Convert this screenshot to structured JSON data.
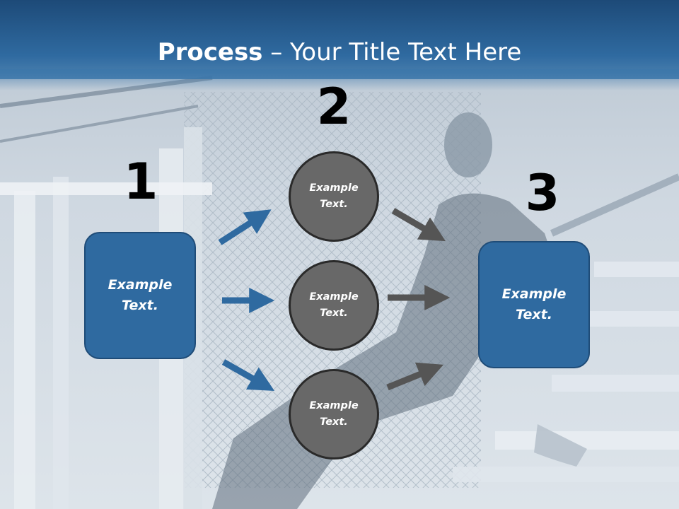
{
  "title": {
    "bold": "Process",
    "rest": " – Your Title Text Here"
  },
  "numbers": {
    "one": "1",
    "two": "2",
    "three": "3"
  },
  "left_box": {
    "line1": "Example",
    "line2": "Text."
  },
  "right_box": {
    "line1": "Example",
    "line2": "Text."
  },
  "circles": [
    {
      "line1": "Example",
      "line2": "Text."
    },
    {
      "line1": "Example",
      "line2": "Text."
    },
    {
      "line1": "Example",
      "line2": "Text."
    }
  ],
  "colors": {
    "header": "#2f6aa0",
    "box": "#2f6aa0",
    "circle": "#686868",
    "arrow_blue": "#2f6aa0",
    "arrow_gray": "#555555"
  }
}
